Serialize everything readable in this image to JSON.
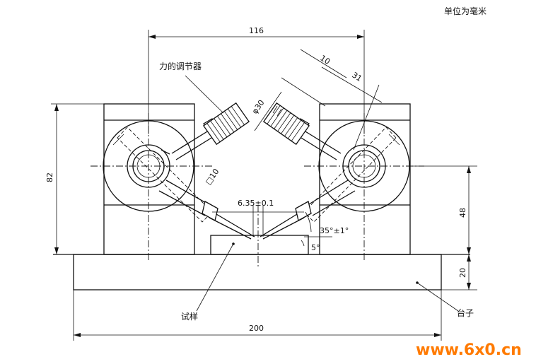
{
  "unit_note": "单位为毫米",
  "labels": {
    "force_regulator": "力的调节器",
    "specimen": "试样",
    "platform": "台子"
  },
  "dimensions": {
    "top_width": "116",
    "total_width": "200",
    "left_height": "82",
    "right_height": "48",
    "base_height": "20",
    "gap": "6.35±0.1",
    "angle_main": "35°±1°",
    "angle_small": "5°",
    "square": "□10",
    "diameter": "φ30",
    "dim_10": "10",
    "dim_31": "31"
  },
  "watermark": "www.6x0.cn",
  "colors": {
    "line": "#111111",
    "watermark": "#ff7a00",
    "background": "#ffffff"
  }
}
